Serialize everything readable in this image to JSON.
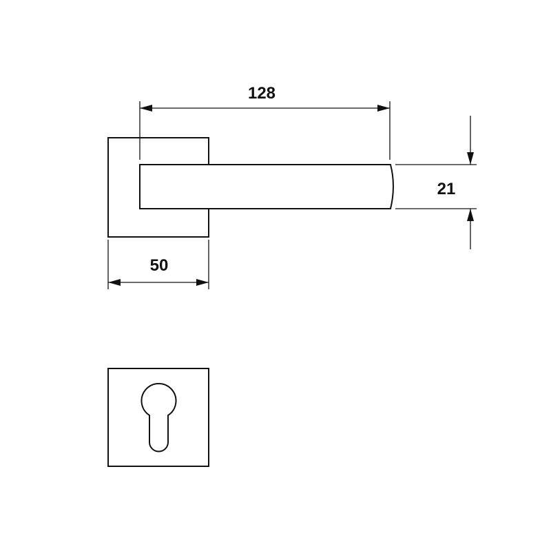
{
  "dimensions": {
    "lever_length": "128",
    "lever_height": "21",
    "rose_width": "50"
  },
  "colors": {
    "line": "#111111",
    "background": "#ffffff"
  }
}
